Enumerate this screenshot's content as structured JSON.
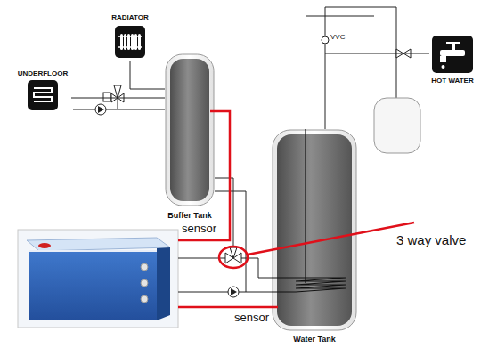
{
  "diagram": {
    "nodes": [
      {
        "text": [
          "RADIATOR"
        ]
      },
      {
        "text": [
          "HOT WATER"
        ]
      },
      {
        "text": [
          "UNDERFLOOR"
        ]
      },
      {
        "text": [
          "Buffer Tank"
        ]
      },
      {
        "text": [
          "Water Tank"
        ]
      }
    ],
    "edges": [
      {
        "from": 0,
        "to": 3,
        "arrow": "none"
      },
      {
        "from": 2,
        "to": 3,
        "arrow": "none"
      },
      {
        "from": 4,
        "to": 1,
        "arrow": "none"
      }
    ],
    "labels": [
      "VVC",
      "sensor",
      "sensor",
      "3 way valve"
    ]
  }
}
